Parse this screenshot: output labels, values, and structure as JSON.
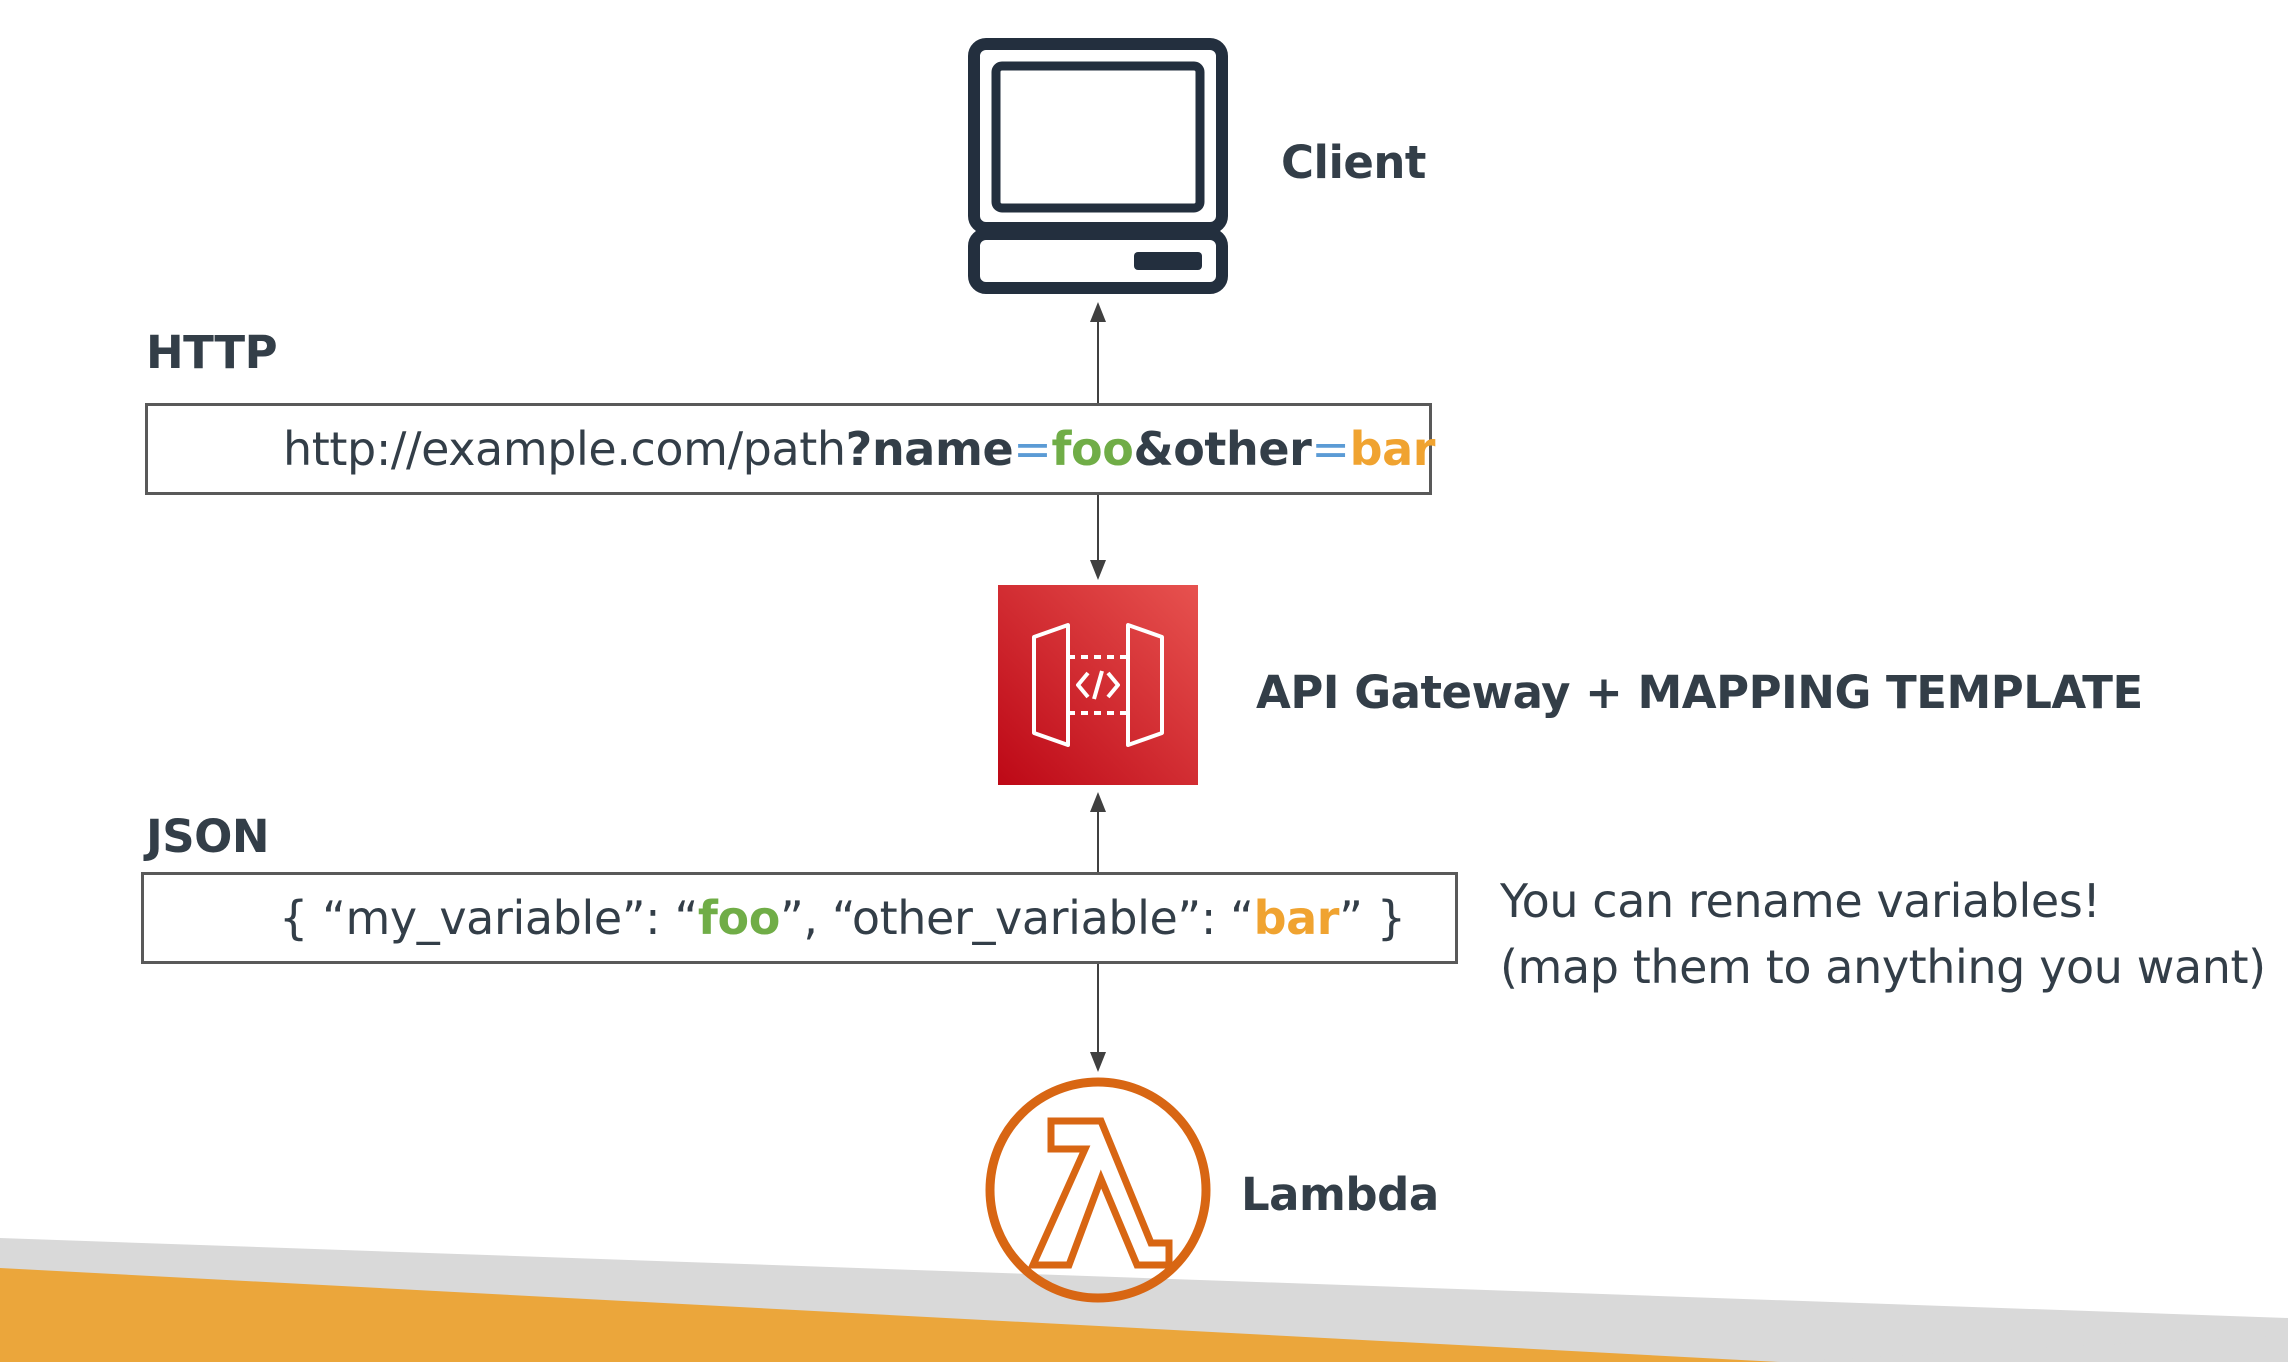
{
  "nodes": {
    "client": {
      "label": "Client",
      "icon": "client-computer-icon"
    },
    "api_gateway": {
      "label": "API Gateway + MAPPING TEMPLATE",
      "icon": "api-gateway-icon",
      "color": "#d13438"
    },
    "lambda": {
      "label": "Lambda",
      "icon": "lambda-icon",
      "color": "#d86613"
    }
  },
  "http": {
    "heading": "HTTP",
    "url_base": "http://example.com/path",
    "q": "?",
    "k1": "name",
    "eq1": "=",
    "v1": "foo",
    "amp": "&",
    "k2": "other",
    "eq2": "=",
    "v2": "bar"
  },
  "json": {
    "heading": "JSON",
    "p1": "{ “my_variable”: “",
    "v1": "foo",
    "p2": "”, “other_variable”: “",
    "v2": "bar",
    "p3": "” }"
  },
  "note": {
    "line1": "You can rename variables!",
    "line2": "(map them to anything you want)"
  },
  "colors": {
    "text": "#333e48",
    "key_blue": "#5b9bd5",
    "value_green": "#70ad47",
    "value_orange": "#f0a330",
    "footer_orange": "#eba63b",
    "footer_grey": "#d9d9d9"
  }
}
